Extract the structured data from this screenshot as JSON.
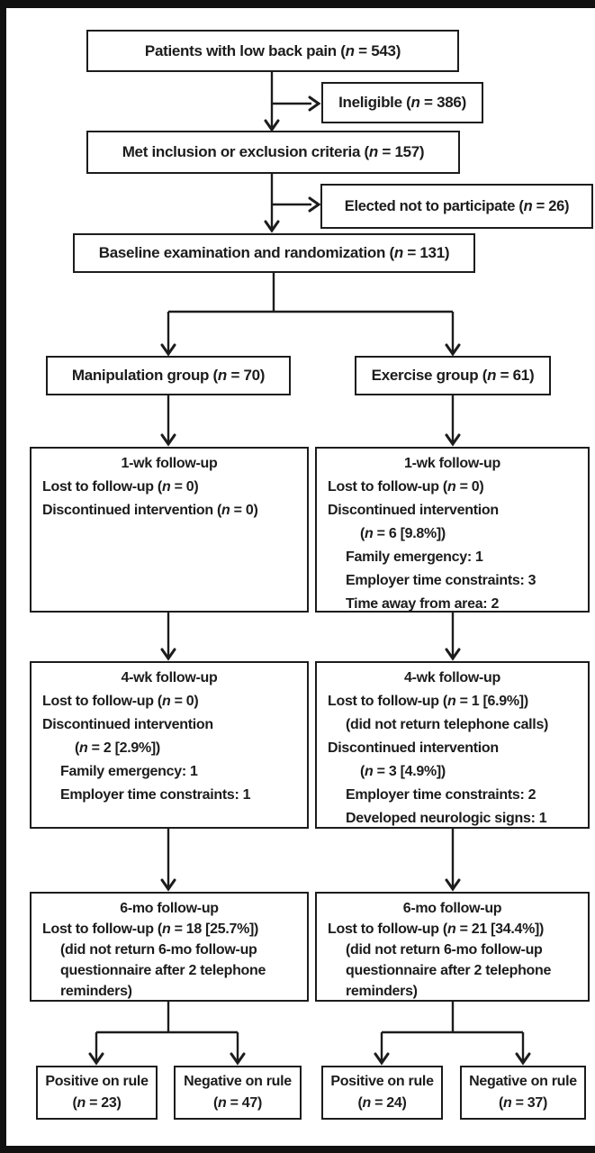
{
  "colors": {
    "ink": "#1c1c1c",
    "background": "#ffffff"
  },
  "boxes": {
    "patients": {
      "label": "Patients with low back pain (*n* = 543)"
    },
    "ineligible": {
      "label": "Ineligible (*n* = 386)"
    },
    "criteria": {
      "label": "Met inclusion or exclusion criteria (*n* = 157)"
    },
    "elected": {
      "label": "Elected not to participate (*n* = 26)"
    },
    "baseline": {
      "label": "Baseline examination and randomization (*n* = 131)"
    },
    "manipulation": {
      "label": "Manipulation group (*n* = 70)"
    },
    "exercise": {
      "label": "Exercise group (*n* = 61)"
    }
  },
  "followup_boxes": [
    {
      "group": "manipulation",
      "title": "1-wk follow-up",
      "lines": [
        {
          "text": "Lost to follow-up (*n* = 0)",
          "indent": 0
        },
        {
          "text": "Discontinued intervention (*n* = 0)",
          "indent": 0
        }
      ]
    },
    {
      "group": "exercise",
      "title": "1-wk follow-up",
      "lines": [
        {
          "text": "Lost to follow-up (*n* = 0)",
          "indent": 0
        },
        {
          "text": "Discontinued intervention",
          "indent": 0
        },
        {
          "text": "(*n* = 6 [9.8%])",
          "indent": 2
        },
        {
          "text": "Family emergency: 1",
          "indent": 1
        },
        {
          "text": "Employer time constraints: 3",
          "indent": 1
        },
        {
          "text": "Time away from area: 2",
          "indent": 1
        }
      ]
    },
    {
      "group": "manipulation",
      "title": "4-wk follow-up",
      "lines": [
        {
          "text": "Lost to follow-up (*n* = 0)",
          "indent": 0
        },
        {
          "text": "Discontinued intervention",
          "indent": 0
        },
        {
          "text": "(*n* = 2 [2.9%])",
          "indent": 2
        },
        {
          "text": "Family emergency: 1",
          "indent": 1
        },
        {
          "text": "Employer time constraints: 1",
          "indent": 1
        }
      ]
    },
    {
      "group": "exercise",
      "title": "4-wk follow-up",
      "lines": [
        {
          "text": "Lost to follow-up (*n* = 1 [6.9%])",
          "indent": 0
        },
        {
          "text": "(did not return telephone calls)",
          "indent": 1
        },
        {
          "text": "Discontinued intervention",
          "indent": 0
        },
        {
          "text": "(*n* = 3 [4.9%])",
          "indent": 2
        },
        {
          "text": "Employer time constraints: 2",
          "indent": 1
        },
        {
          "text": "Developed neurologic signs: 1",
          "indent": 1
        }
      ]
    },
    {
      "group": "manipulation",
      "title": "6-mo follow-up",
      "lines": [
        {
          "text": "Lost to follow-up (*n* = 18 [25.7%])",
          "indent": 0
        },
        {
          "text": "(did not return 6-mo follow-up",
          "indent": 1
        },
        {
          "text": "questionnaire after 2 telephone",
          "indent": 1
        },
        {
          "text": "reminders)",
          "indent": 1
        }
      ]
    },
    {
      "group": "exercise",
      "title": "6-mo follow-up",
      "lines": [
        {
          "text": "Lost to follow-up (*n* = 21 [34.4%])",
          "indent": 0
        },
        {
          "text": "(did not return 6-mo follow-up",
          "indent": 1
        },
        {
          "text": "questionnaire after 2 telephone",
          "indent": 1
        },
        {
          "text": "reminders)",
          "indent": 1
        }
      ]
    }
  ],
  "outcome_boxes": [
    {
      "group": "manipulation",
      "line1": "Positive on rule",
      "line2": "(*n* = 23)"
    },
    {
      "group": "manipulation",
      "line1": "Negative on rule",
      "line2": "(*n* = 47)"
    },
    {
      "group": "exercise",
      "line1": "Positive on rule",
      "line2": "(*n* = 24)"
    },
    {
      "group": "exercise",
      "line1": "Negative on rule",
      "line2": "(*n* = 37)"
    }
  ]
}
